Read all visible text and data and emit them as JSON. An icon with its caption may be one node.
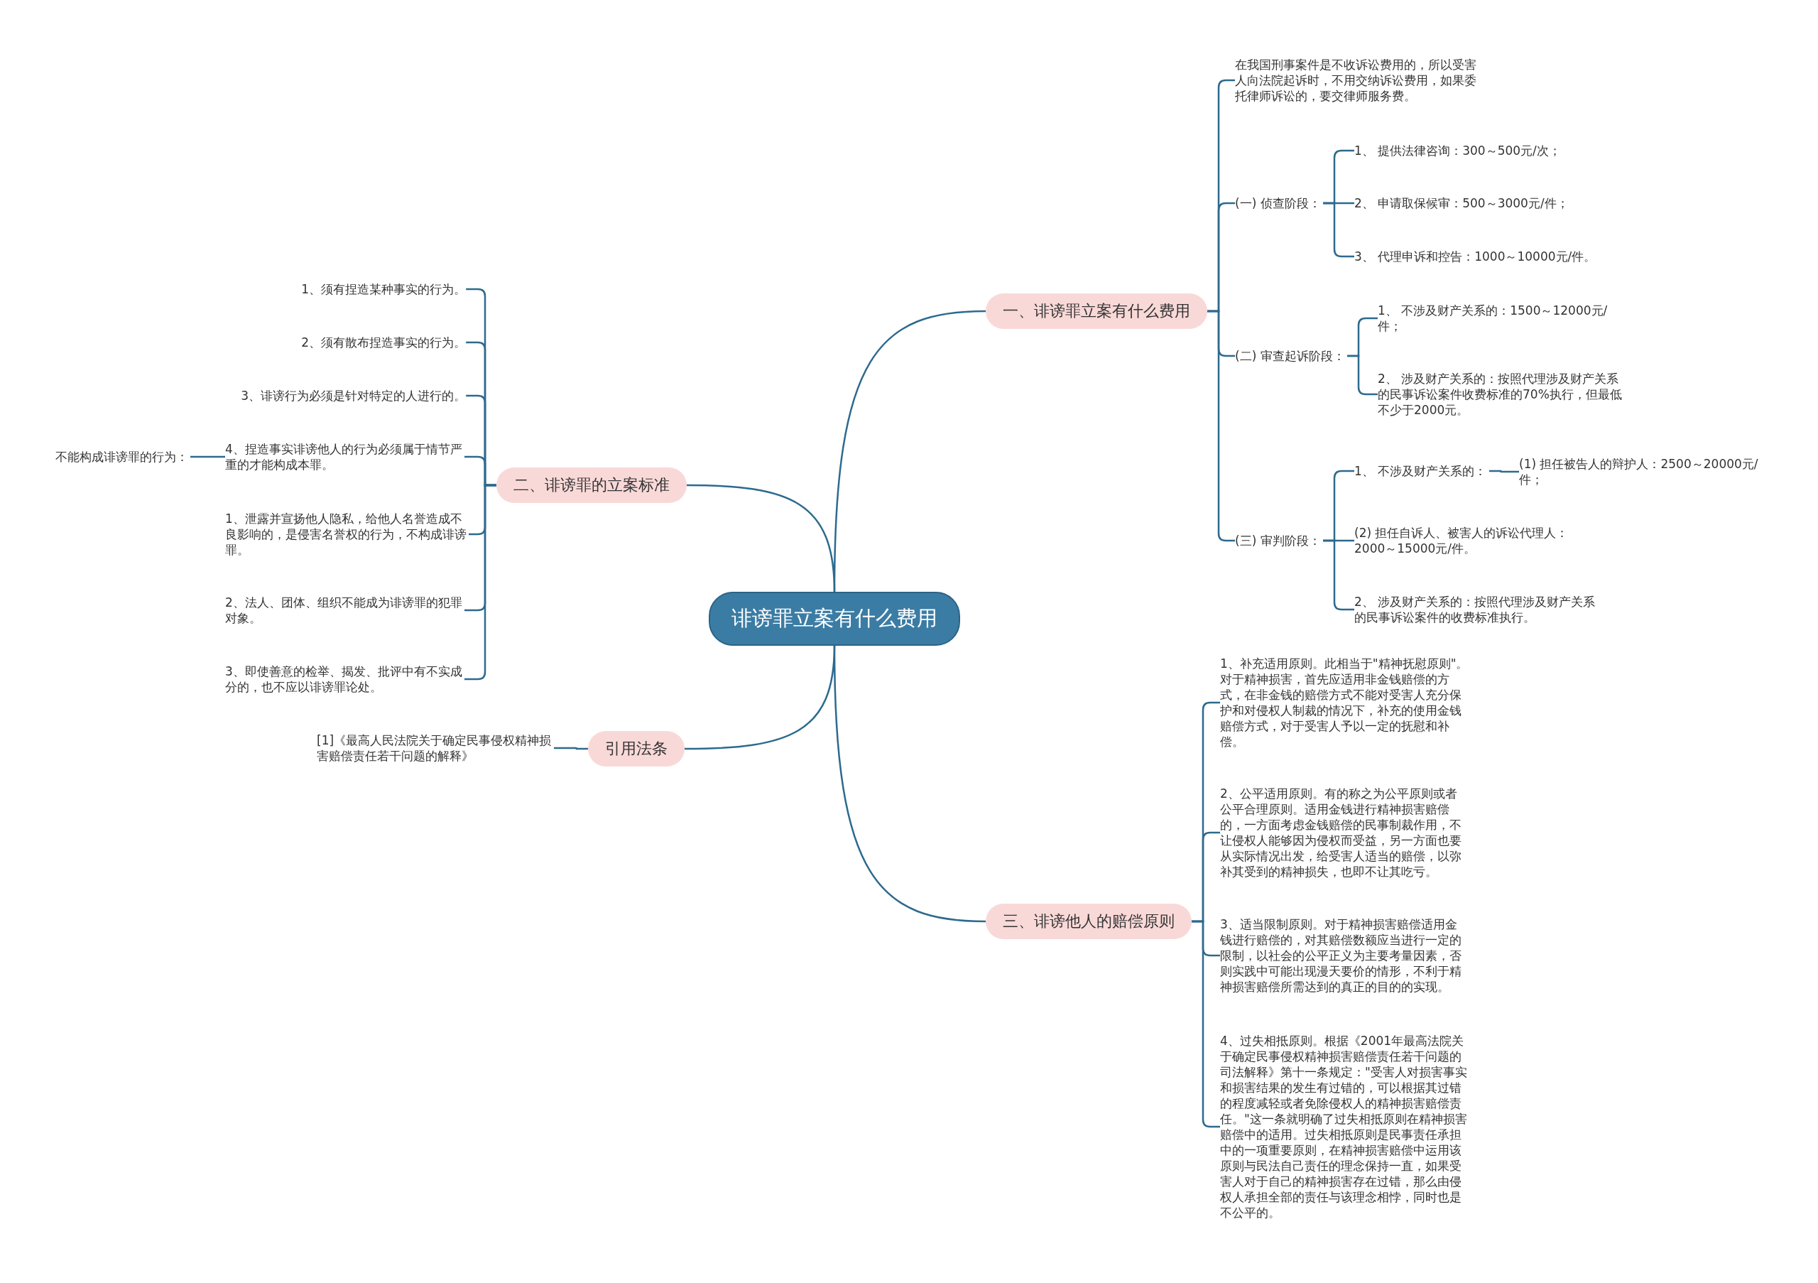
{
  "diagram": {
    "nodes": [
      {
        "text": [
          "诽谤罪立案有什么费用"
        ]
      },
      {
        "text": [
          "一、诽谤罪立案有什么费用"
        ]
      },
      {
        "text": [
          "在我国刑事案件是不收诉讼费用的，所以受害人向法院起诉时，不用交纳诉讼费用，如果委托律师诉讼的，要交律师服务费。"
        ]
      },
      {
        "text": [
          "(一) 侦查阶段："
        ]
      },
      {
        "text": [
          "1、 提供法律咨询：300～500元/次；"
        ]
      },
      {
        "text": [
          "2、 申请取保候审：500～3000元/件；"
        ]
      },
      {
        "text": [
          "3、 代理申诉和控告：1000～10000元/件。"
        ]
      },
      {
        "text": [
          "(二) 审查起诉阶段："
        ]
      },
      {
        "text": [
          "1、 不涉及财产关系的：1500～12000元/件；"
        ]
      },
      {
        "text": [
          "2、 涉及财产关系的：按照代理涉及财产关系的民事诉讼案件收费标准的70%执行，但最低不少于2000元。"
        ]
      },
      {
        "text": [
          "(三) 审判阶段："
        ]
      },
      {
        "text": [
          "1、 不涉及财产关系的："
        ]
      },
      {
        "text": [
          "(1) 担任被告人的辩护人：2500～20000元/件；"
        ]
      },
      {
        "text": [
          "(2) 担任自诉人、被害人的诉讼代理人：2000～15000元/件。"
        ]
      },
      {
        "text": [
          "2、 涉及财产关系的：按照代理涉及财产关系的民事诉讼案件的收费标准执行。"
        ]
      },
      {
        "text": [
          "二、诽谤罪的立案标准"
        ]
      },
      {
        "text": [
          "1、须有捏造某种事实的行为。"
        ]
      },
      {
        "text": [
          "2、须有散布捏造事实的行为。"
        ]
      },
      {
        "text": [
          "3、诽谤行为必须是针对特定的人进行的。"
        ]
      },
      {
        "text": [
          "4、捏造事实诽谤他人的行为必须属于情节严重的才能构成本罪。"
        ]
      },
      {
        "text": [
          "不能构成诽谤罪的行为："
        ]
      },
      {
        "text": [
          "1、泄露并宣扬他人隐私，给他人名誉造成不良影响的，是侵害名誉权的行为，不构成诽谤罪。"
        ]
      },
      {
        "text": [
          "2、法人、团体、组织不能成为诽谤罪的犯罪对象。"
        ]
      },
      {
        "text": [
          "3、即使善意的检举、揭发、批评中有不实成分的，也不应以诽谤罪论处。"
        ]
      },
      {
        "text": [
          "引用法条"
        ]
      },
      {
        "text": [
          "[1]《最高人民法院关于确定民事侵权精神损害赔偿责任若干问题的解释》"
        ]
      },
      {
        "text": [
          "三、诽谤他人的赔偿原则"
        ]
      },
      {
        "text": [
          "1、补充适用原则。此相当于\"精神抚慰原则\"。对于精神损害，首先应适用非金钱赔偿的方式，在非金钱的赔偿方式不能对受害人充分保护和对侵权人制裁的情况下，补充的使用金钱赔偿方式，对于受害人予以一定的抚慰和补偿。"
        ]
      },
      {
        "text": [
          "2、公平适用原则。有的称之为公平原则或者公平合理原则。适用金钱进行精神损害赔偿的，一方面考虑金钱赔偿的民事制裁作用，不让侵权人能够因为侵权而受益，另一方面也要从实际情况出发，给受害人适当的赔偿，以弥补其受到的精神损失，也即不让其吃亏。"
        ]
      },
      {
        "text": [
          "3、适当限制原则。对于精神损害赔偿适用金钱进行赔偿的，对其赔偿数额应当进行一定的限制，以社会的公平正义为主要考量因素，否则实践中可能出现漫天要价的情形，不利于精神损害赔偿所需达到的真正的目的的实现。"
        ]
      },
      {
        "text": [
          "4、过失相抵原则。根据《2001年最高法院关于确定民事侵权精神损害赔偿责任若干问题的司法解释》第十一条规定：\"受害人对损害事实和损害结果的发生有过错的，可以根据其过错的程度减轻或者免除侵权人的精神损害赔偿责任。\"这一条就明确了过失相抵原则在精神损害赔偿中的适用。过失相抵原则是民事责任承担中的一项重要原则，在精神损害赔偿中运用该原则与民法自己责任的理念保持一直，如果受害人对于自己的精神损害存在过错，那么由侵权人承担全部的责任与该理念相悖，同时也是不公平的。"
        ]
      }
    ],
    "edges": [
      {
        "from": 0,
        "to": 1,
        "arrow": "none"
      },
      {
        "from": 0,
        "to": 15,
        "arrow": "none"
      },
      {
        "from": 0,
        "to": 24,
        "arrow": "none"
      },
      {
        "from": 0,
        "to": 26,
        "arrow": "none"
      },
      {
        "from": 1,
        "to": 2,
        "arrow": "none"
      },
      {
        "from": 1,
        "to": 3,
        "arrow": "none"
      },
      {
        "from": 1,
        "to": 7,
        "arrow": "none"
      },
      {
        "from": 1,
        "to": 10,
        "arrow": "none"
      },
      {
        "from": 3,
        "to": 4,
        "arrow": "none"
      },
      {
        "from": 3,
        "to": 5,
        "arrow": "none"
      },
      {
        "from": 3,
        "to": 6,
        "arrow": "none"
      },
      {
        "from": 7,
        "to": 8,
        "arrow": "none"
      },
      {
        "from": 7,
        "to": 9,
        "arrow": "none"
      },
      {
        "from": 10,
        "to": 11,
        "arrow": "none"
      },
      {
        "from": 10,
        "to": 13,
        "arrow": "none"
      },
      {
        "from": 10,
        "to": 14,
        "arrow": "none"
      },
      {
        "from": 11,
        "to": 12,
        "arrow": "none"
      },
      {
        "from": 15,
        "to": 16,
        "arrow": "none"
      },
      {
        "from": 15,
        "to": 17,
        "arrow": "none"
      },
      {
        "from": 15,
        "to": 18,
        "arrow": "none"
      },
      {
        "from": 15,
        "to": 19,
        "arrow": "none"
      },
      {
        "from": 15,
        "to": 21,
        "arrow": "none"
      },
      {
        "from": 15,
        "to": 22,
        "arrow": "none"
      },
      {
        "from": 15,
        "to": 23,
        "arrow": "none"
      },
      {
        "from": 19,
        "to": 20,
        "arrow": "none"
      },
      {
        "from": 24,
        "to": 25,
        "arrow": "none"
      },
      {
        "from": 26,
        "to": 27,
        "arrow": "none"
      },
      {
        "from": 26,
        "to": 28,
        "arrow": "none"
      },
      {
        "from": 26,
        "to": 29,
        "arrow": "none"
      },
      {
        "from": 26,
        "to": 30,
        "arrow": "none"
      }
    ]
  }
}
